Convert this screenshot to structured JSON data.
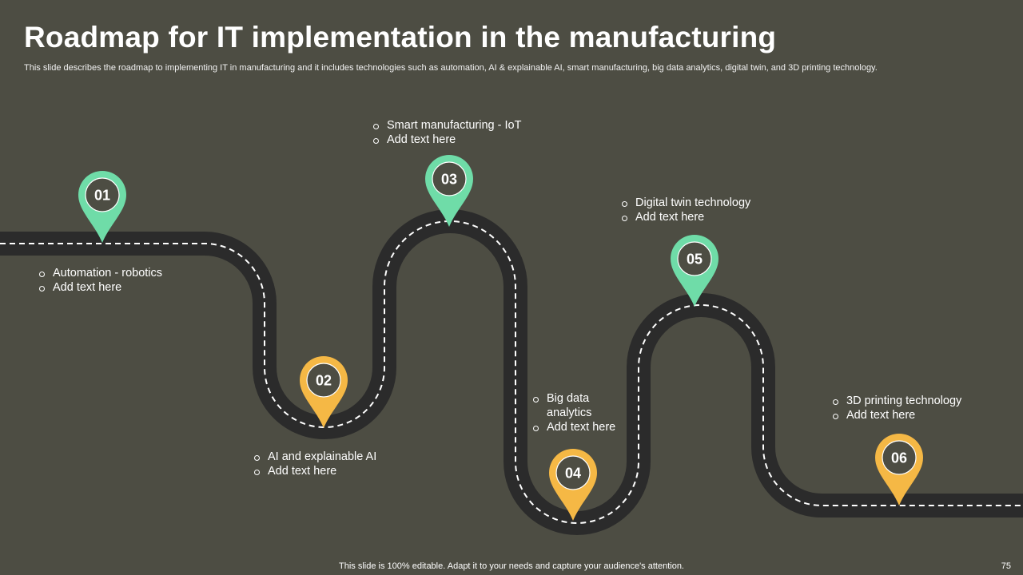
{
  "slide": {
    "title": "Roadmap for IT implementation in the manufacturing",
    "subtitle": "This slide describes the roadmap to implementing IT in manufacturing and it includes technologies such as automation, AI & explainable AI, smart manufacturing, big data analytics, digital twin, and 3D printing technology.",
    "footer": "This slide is 100% editable. Adapt it to your needs and capture your audience's attention.",
    "page_number": "75"
  },
  "colors": {
    "background": "#4d4d43",
    "road": "#2b2b2b",
    "dash": "#ffffff",
    "green_pin": "#6fdca8",
    "orange_pin": "#f5b845",
    "pin_inner": "#4d4d43"
  },
  "milestones": [
    {
      "number": "01",
      "color": "green",
      "items": [
        "Automation - robotics",
        "Add text here"
      ]
    },
    {
      "number": "02",
      "color": "orange",
      "items": [
        "AI and explainable AI",
        "Add text here"
      ]
    },
    {
      "number": "03",
      "color": "green",
      "items": [
        "Smart manufacturing - IoT",
        "Add text here"
      ]
    },
    {
      "number": "04",
      "color": "orange",
      "items": [
        "Big data analytics",
        "Add text here"
      ]
    },
    {
      "number": "05",
      "color": "green",
      "items": [
        "Digital twin technology",
        "Add text here"
      ]
    },
    {
      "number": "06",
      "color": "orange",
      "items": [
        "3D printing technology",
        "Add text here"
      ]
    }
  ]
}
